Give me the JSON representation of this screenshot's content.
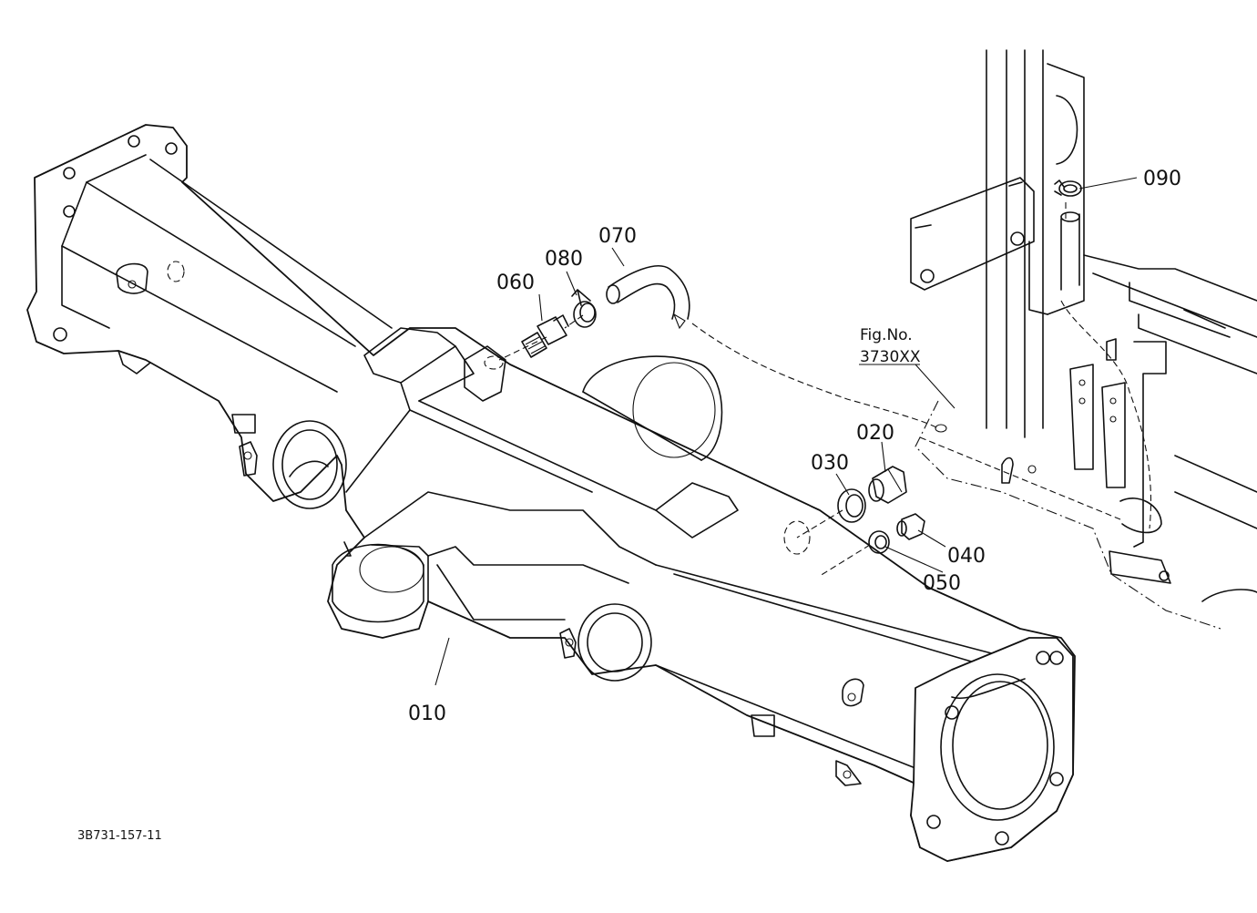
{
  "callouts": [
    {
      "id": "010",
      "label": "010"
    },
    {
      "id": "020",
      "label": "020"
    },
    {
      "id": "030",
      "label": "030"
    },
    {
      "id": "040",
      "label": "040"
    },
    {
      "id": "050",
      "label": "050"
    },
    {
      "id": "060",
      "label": "060"
    },
    {
      "id": "070",
      "label": "070"
    },
    {
      "id": "080",
      "label": "080"
    },
    {
      "id": "090",
      "label": "090"
    }
  ],
  "figure_reference": {
    "line1": "Fig.No.",
    "line2": "3730XX"
  },
  "drawing_code": "3B731-157-11"
}
